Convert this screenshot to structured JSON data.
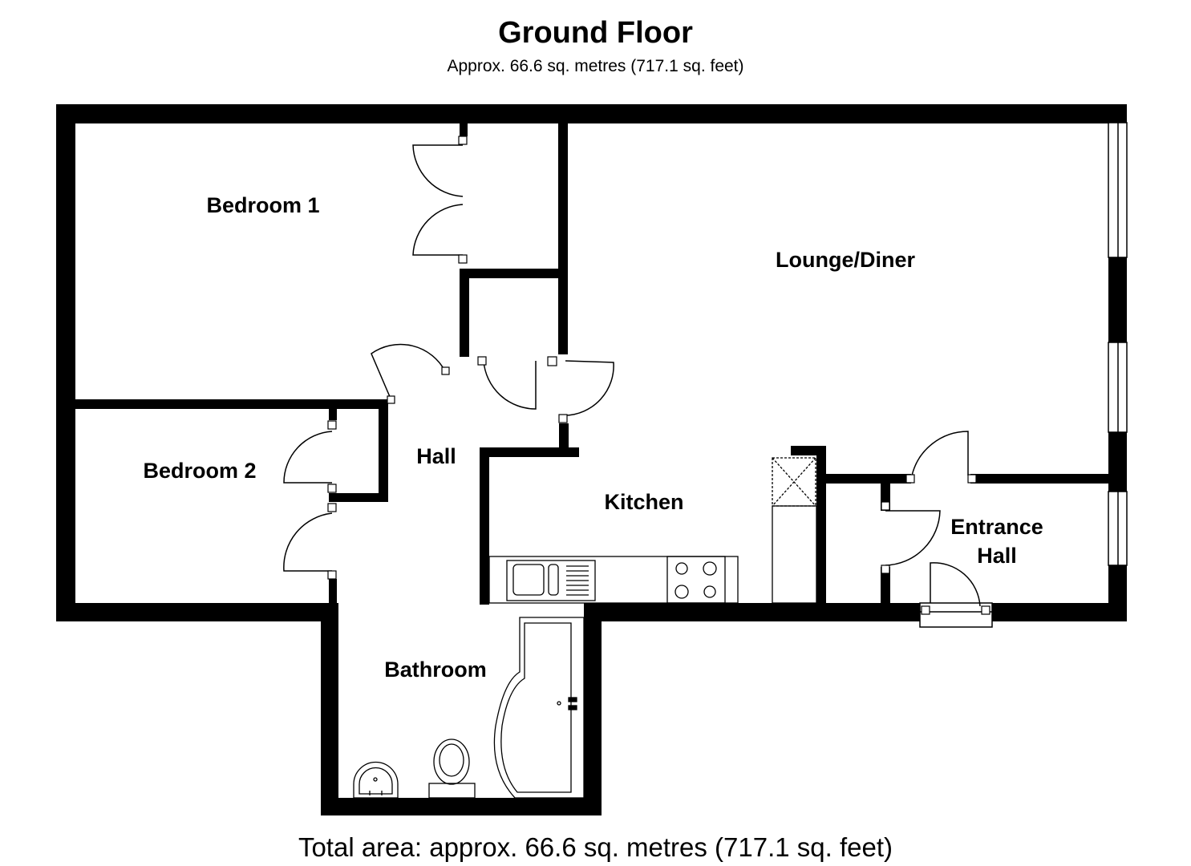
{
  "floor": {
    "title": "Ground Floor",
    "subtitle": "Approx.  66.6 sq. metres (717.1 sq. feet)",
    "total_area": "Total area: approx.  66.6 sq. metres (717.1 sq. feet)"
  },
  "rooms": {
    "bedroom1": "Bedroom 1",
    "lounge": "Lounge/Diner",
    "bedroom2": "Bedroom 2",
    "hall": "Hall",
    "kitchen": "Kitchen",
    "entrance_line1": "Entrance",
    "entrance_line2": "Hall",
    "bathroom": "Bathroom"
  },
  "colors": {
    "wall": "#000000",
    "background": "#ffffff"
  }
}
